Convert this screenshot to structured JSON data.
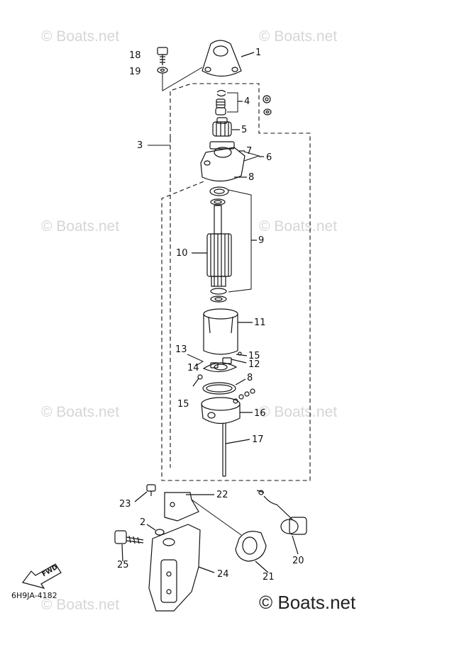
{
  "watermark": "© Boats.net",
  "drawing_code": "6H9JA-4182",
  "brand": "© Boats.net",
  "fwd_label": "FWD",
  "callouts": {
    "c1": "1",
    "c2": "2",
    "c3": "3",
    "c4": "4",
    "c5": "5",
    "c6": "6",
    "c7": "7",
    "c8a": "8",
    "c8b": "8",
    "c9": "9",
    "c10": "10",
    "c11": "11",
    "c12": "12",
    "c13": "13",
    "c14": "14",
    "c15a": "15",
    "c15b": "15",
    "c16": "16",
    "c17": "17",
    "c18": "18",
    "c19": "19",
    "c20": "20",
    "c21": "21",
    "c22": "22",
    "c23": "23",
    "c24": "24",
    "c25": "25"
  }
}
